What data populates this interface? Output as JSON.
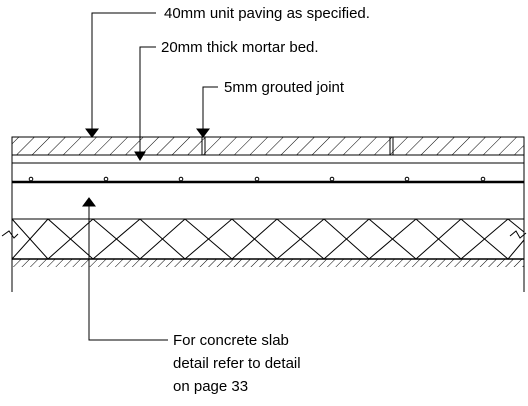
{
  "annotations": {
    "paving": "40mm unit paving as specified.",
    "mortar": "20mm thick mortar bed.",
    "joint": "5mm grouted joint",
    "slab_line1": "For concrete slab",
    "slab_line2": "detail refer to detail",
    "slab_line3": "on page 33"
  },
  "colors": {
    "line": "#000000",
    "background": "#ffffff"
  }
}
